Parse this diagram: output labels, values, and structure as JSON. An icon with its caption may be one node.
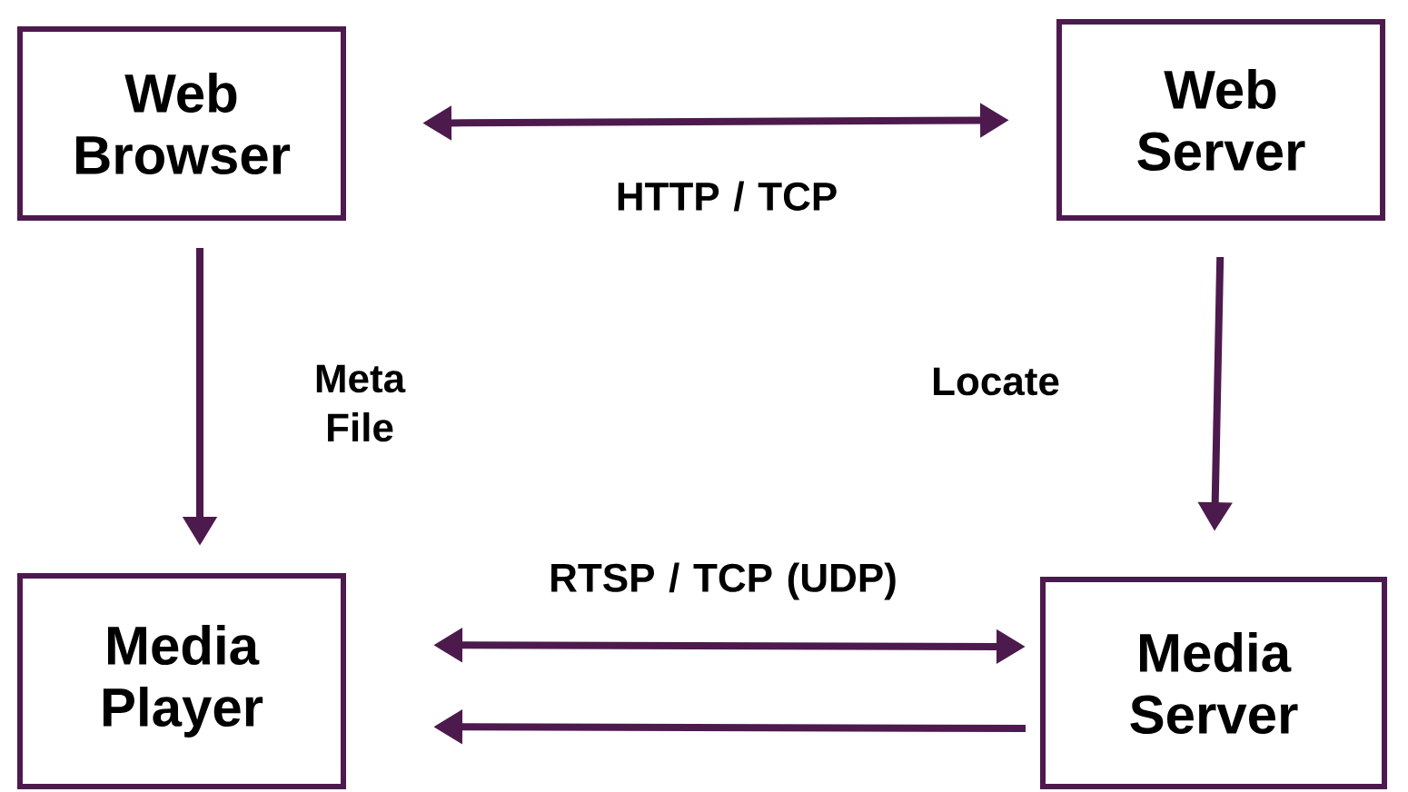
{
  "diagram": {
    "nodes": [
      {
        "text": [
          "Web Browser"
        ]
      },
      {
        "text": [
          "Web Server"
        ]
      },
      {
        "text": [
          "Media Player"
        ]
      },
      {
        "text": [
          "Media Server"
        ]
      }
    ],
    "edges": [
      {
        "from": 0,
        "to": 1,
        "arrow": "both",
        "label": "HTTP / TCP"
      },
      {
        "from": 0,
        "to": 2,
        "arrow": "to",
        "label": "Meta File"
      },
      {
        "from": 1,
        "to": 3,
        "arrow": "to",
        "label": "Locate"
      },
      {
        "from": 2,
        "to": 3,
        "arrow": "both",
        "label": "RTSP / TCP (UDP)"
      },
      {
        "from": 3,
        "to": 2,
        "arrow": "to"
      }
    ]
  }
}
